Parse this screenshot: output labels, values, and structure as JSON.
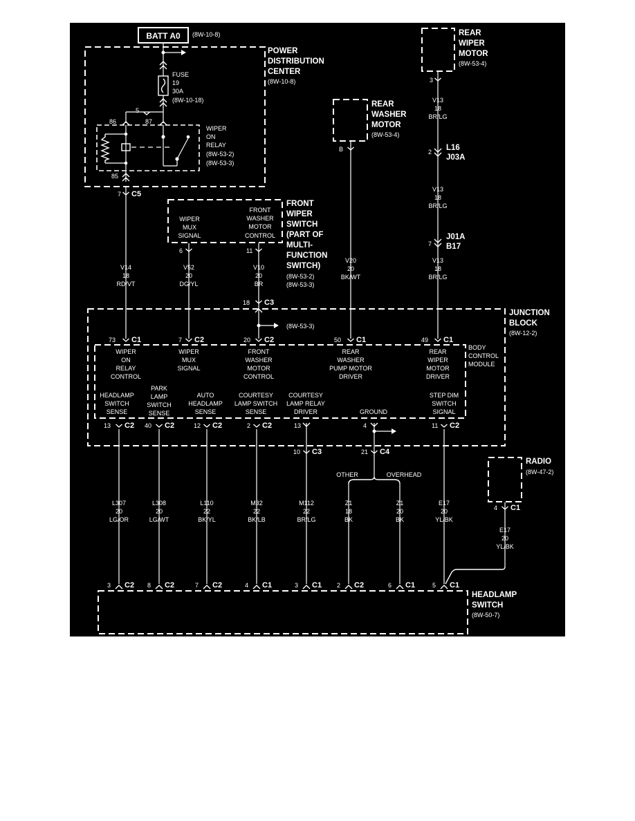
{
  "source": {
    "label": "BATT A0",
    "ref": "(8W-10-8)"
  },
  "pdc": {
    "lines": [
      "POWER",
      "DISTRIBUTION",
      "CENTER"
    ],
    "ref": "(8W-10-8)"
  },
  "fuse": {
    "lines": [
      "FUSE",
      "19",
      "30A",
      "(8W-10-18)"
    ]
  },
  "relay": {
    "lines": [
      "WIPER",
      "ON",
      "RELAY"
    ],
    "refs": [
      "(8W-53-2)",
      "(8W-53-3)"
    ],
    "pin_86": "86",
    "pin_87": "87",
    "pin_85": "85",
    "pin_5": "5"
  },
  "c5": {
    "pin": "7",
    "label": "C5"
  },
  "front_switch": {
    "lines": [
      "FRONT",
      "WIPER",
      "SWITCH",
      "(PART OF",
      "MULTI-",
      "FUNCTION",
      "SWITCH)"
    ],
    "refs": [
      "(8W-53-2)",
      "(8W-53-3)"
    ],
    "left_text": [
      "WIPER",
      "MUX",
      "SIGNAL"
    ],
    "right_text": [
      "FRONT",
      "WASHER",
      "MOTOR",
      "CONTROL"
    ],
    "left_pin": "6",
    "right_pin": "11"
  },
  "rear_washer": {
    "lines": [
      "REAR",
      "WASHER",
      "MOTOR"
    ],
    "ref": "(8W-53-4)",
    "pin": "B"
  },
  "rear_wiper": {
    "lines": [
      "REAR",
      "WIPER",
      "MOTOR"
    ],
    "ref": "(8W-53-4)",
    "pin": "3"
  },
  "splice_l16": {
    "pin": "2",
    "lines": [
      "L16",
      "J03A"
    ]
  },
  "splice_j01a": {
    "pin": "7",
    "lines": [
      "J01A",
      "B17"
    ]
  },
  "c3_top": {
    "pin": "18",
    "label": "C3",
    "ref": "(8W-53-3)"
  },
  "junction_block": {
    "lines": [
      "JUNCTION",
      "BLOCK"
    ],
    "ref": "(8W-12-2)"
  },
  "bcm": {
    "lines": [
      "BODY",
      "CONTROL",
      "MODULE"
    ]
  },
  "wires_upper": [
    {
      "circuit": "V14",
      "gauge": "18",
      "color": "RD/VT"
    },
    {
      "circuit": "V52",
      "gauge": "20",
      "color": "DG/YL"
    },
    {
      "circuit": "V10",
      "gauge": "20",
      "color": "BR"
    },
    {
      "circuit": "V20",
      "gauge": "20",
      "color": "BK/WT"
    },
    {
      "circuit": "V13",
      "gauge": "18",
      "color": "BR/LG"
    }
  ],
  "rear_wiper_wire_segments": [
    {
      "circuit": "V13",
      "gauge": "18",
      "color": "BR/LG"
    },
    {
      "circuit": "V13",
      "gauge": "18",
      "color": "BR/LG"
    }
  ],
  "bcm_top_pins": [
    {
      "pin": "73",
      "conn": "C1",
      "lines": [
        "WIPER",
        "ON",
        "RELAY",
        "CONTROL"
      ]
    },
    {
      "pin": "7",
      "conn": "C2",
      "lines": [
        "WIPER",
        "MUX",
        "SIGNAL"
      ]
    },
    {
      "pin": "20",
      "conn": "C2",
      "lines": [
        "FRONT",
        "WASHER",
        "MOTOR",
        "CONTROL"
      ]
    },
    {
      "pin": "50",
      "conn": "C1",
      "lines": [
        "REAR",
        "WASHER",
        "PUMP MOTOR",
        "DRIVER"
      ]
    },
    {
      "pin": "49",
      "conn": "C1",
      "lines": [
        "REAR",
        "WIPER",
        "MOTOR",
        "DRIVER"
      ]
    }
  ],
  "bcm_bottom_pins": [
    {
      "pin": "13",
      "conn": "C2",
      "lines": [
        "HEADLAMP",
        "SWITCH",
        "SENSE"
      ]
    },
    {
      "pin": "40",
      "conn": "C2",
      "lines": [
        "PARK",
        "LAMP",
        "SWITCH",
        "SENSE"
      ]
    },
    {
      "pin": "12",
      "conn": "C2",
      "lines": [
        "AUTO",
        "HEADLAMP",
        "SENSE"
      ]
    },
    {
      "pin": "2",
      "conn": "C2",
      "lines": [
        "COURTESY",
        "LAMP SWITCH",
        "SENSE"
      ]
    },
    {
      "pin": "13",
      "conn": "",
      "lines": [
        "COURTESY",
        "LAMP RELAY",
        "DRIVER"
      ]
    },
    {
      "pin": "4",
      "conn": "",
      "lines": [
        "GROUND"
      ]
    },
    {
      "pin": "11",
      "conn": "C2",
      "lines": [
        "STEP DIM",
        "SWITCH",
        "SIGNAL"
      ]
    }
  ],
  "jb_bottom": [
    {
      "pin": "10",
      "conn": "C3"
    },
    {
      "pin": "21",
      "conn": "C4"
    }
  ],
  "ground_split": {
    "left": "OTHER",
    "right": "OVERHEAD"
  },
  "radio": {
    "label": "RADIO",
    "ref": "(8W-47-2)",
    "pin": "4",
    "conn": "C1"
  },
  "radio_wire": {
    "circuit": "E17",
    "gauge": "20",
    "color": "YL/BK"
  },
  "wires_lower": [
    {
      "circuit": "L307",
      "gauge": "20",
      "color": "LG/OR"
    },
    {
      "circuit": "L308",
      "gauge": "20",
      "color": "LG/WT"
    },
    {
      "circuit": "L110",
      "gauge": "22",
      "color": "BK/YL"
    },
    {
      "circuit": "M32",
      "gauge": "22",
      "color": "BK/LB"
    },
    {
      "circuit": "M112",
      "gauge": "22",
      "color": "BR/LG"
    },
    {
      "circuit": "Z1",
      "gauge": "18",
      "color": "BK"
    },
    {
      "circuit": "Z1",
      "gauge": "20",
      "color": "BK"
    },
    {
      "circuit": "E17",
      "gauge": "20",
      "color": "YL/BK"
    }
  ],
  "headlamp_pins": [
    {
      "pin": "3",
      "conn": "C2"
    },
    {
      "pin": "8",
      "conn": "C2"
    },
    {
      "pin": "7",
      "conn": "C2"
    },
    {
      "pin": "4",
      "conn": "C1"
    },
    {
      "pin": "3",
      "conn": "C1"
    },
    {
      "pin": "2",
      "conn": "C2"
    },
    {
      "pin": "6",
      "conn": "C1"
    },
    {
      "pin": "5",
      "conn": "C1"
    }
  ],
  "headlamp_switch": {
    "lines": [
      "HEADLAMP",
      "SWITCH"
    ],
    "ref": "(8W-50-7)"
  }
}
